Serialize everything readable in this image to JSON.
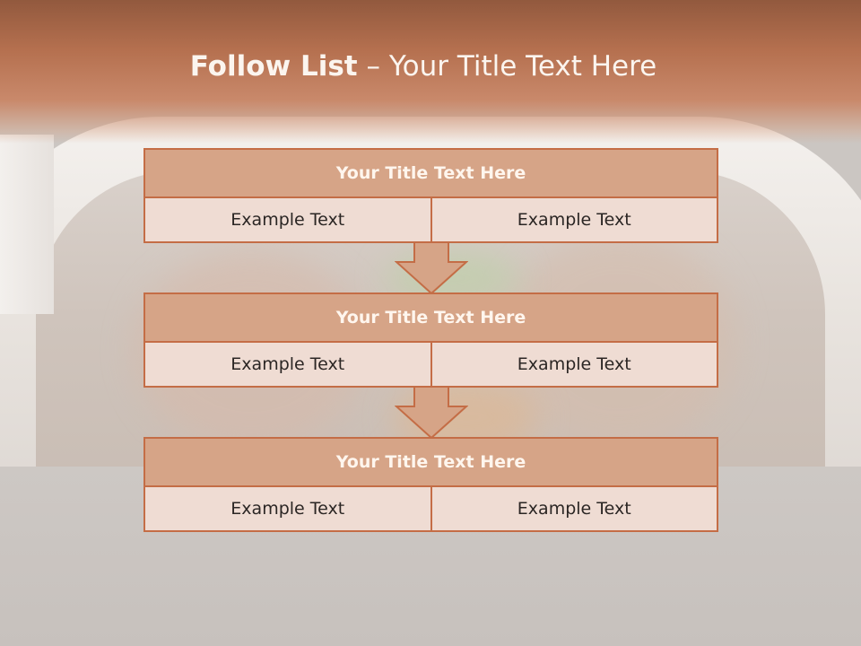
{
  "slide": {
    "title_bold": "Follow List",
    "title_rest": " – Your Title Text Here",
    "colors": {
      "accent": "#c46d46",
      "header": "#b5704f",
      "block_head": "#d6a487",
      "block_row": "#efdcd3"
    }
  },
  "blocks": [
    {
      "title": "Your Title Text Here",
      "left": "Example Text",
      "right": "Example Text"
    },
    {
      "title": "Your Title Text Here",
      "left": "Example Text",
      "right": "Example Text"
    },
    {
      "title": "Your Title Text Here",
      "left": "Example Text",
      "right": "Example Text"
    }
  ]
}
